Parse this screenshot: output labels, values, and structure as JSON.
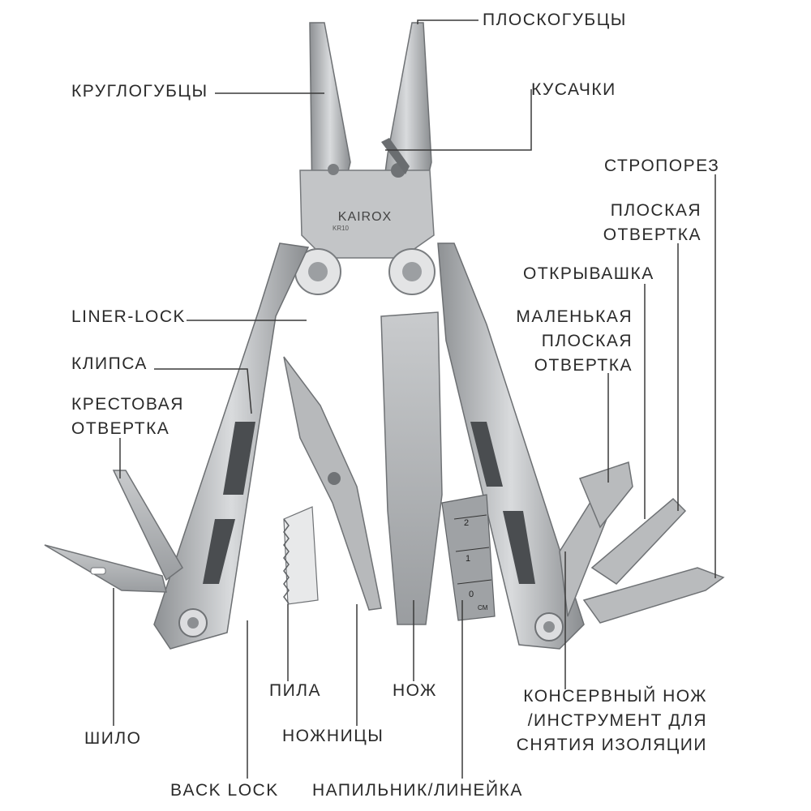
{
  "brand": {
    "name": "KAIROX",
    "model": "KR10"
  },
  "ruler_marks": [
    "2",
    "1",
    "0",
    "CM"
  ],
  "labels": {
    "ploskogubtsy": "ПЛОСКОГУБЦЫ",
    "kruglogubtsy": "КРУГЛОГУБЦЫ",
    "kusachki": "КУСАЧКИ",
    "stroporez": "СТРОПОРЕЗ",
    "ploskaya_otvertka": [
      "ПЛОСКАЯ",
      "ОТВЕРТКА"
    ],
    "otkryvashka": "ОТКРЫВАШКА",
    "malenkaya_ploskaya_otvertka": [
      "МАЛЕНЬКАЯ",
      "ПЛОСКАЯ",
      "ОТВЕРТКА"
    ],
    "liner_lock": "LINER-LOCK",
    "klipsa": "КЛИПСА",
    "krestovaya_otvertka": [
      "КРЕСТОВАЯ",
      "ОТВЕРТКА"
    ],
    "pila": "ПИЛА",
    "nozh": "НОЖ",
    "konservny_nozh": [
      "КОНСЕРВНЫЙ НОЖ",
      "/ИНСТРУМЕНТ ДЛЯ",
      "СНЯТИЯ ИЗОЛЯЦИИ"
    ],
    "shilo": "ШИЛО",
    "nozhnitsy": "НОЖНИЦЫ",
    "back_lock": "BACK LOCK",
    "napilnik": "НАПИЛЬНИК/ЛИНЕЙКА"
  }
}
